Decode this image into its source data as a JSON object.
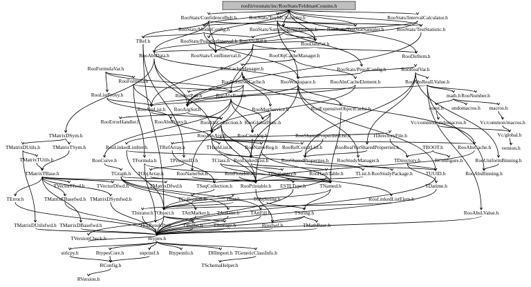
{
  "root": "roofit/roostats/inc/RooStats/FeldmanCousins.h",
  "nodes": [
    {
      "id": "confbelt",
      "label": "RooStats/ConfidenceBelt.h"
    },
    {
      "id": "toymc",
      "label": "RooStats/ToyMCSampler.h"
    },
    {
      "id": "intcalc",
      "label": "RooStats/IntervalCalculator.h"
    },
    {
      "id": "modelconfig",
      "label": "RooStats/ModelConfig.h"
    },
    {
      "id": "samplingdist",
      "label": "RooStats/SamplingDistribution.h"
    },
    {
      "id": "testsampler",
      "label": "RooStats/TestStatSampler.h"
    },
    {
      "id": "teststat",
      "label": "RooStats/TestStatistic.h"
    },
    {
      "id": "tref",
      "label": "TRef.h"
    },
    {
      "id": "pointset",
      "label": "RooStats/PointSetInterval.h"
    },
    {
      "id": "absdata",
      "label": "RooAbsData.h"
    },
    {
      "id": "abspdf",
      "label": "RooAbsPdf.h"
    },
    {
      "id": "dataset",
      "label": "RooDataSet.h"
    },
    {
      "id": "confint",
      "label": "RooStats/ConfInterval.h"
    },
    {
      "id": "objcache",
      "label": "RooObjCacheManager.h"
    },
    {
      "id": "diritem",
      "label": "RooDirItem.h"
    },
    {
      "id": "formulavar",
      "label": "RooFormulaVar.h"
    },
    {
      "id": "cachemgr",
      "label": "RooCacheManager.h"
    },
    {
      "id": "proofconfig",
      "label": "RooStats/ProofConfig.h"
    },
    {
      "id": "realvar",
      "label": "RooRealVar.h"
    },
    {
      "id": "formula",
      "label": "RooFormula.h"
    },
    {
      "id": "normset",
      "label": "RooNormSetCache.h"
    },
    {
      "id": "workspace",
      "label": "RooWorkspace.h"
    },
    {
      "id": "abscacheel",
      "label": "RooAbsCacheElement.h"
    },
    {
      "id": "absreallval",
      "label": "RooAbsRealLValue.h"
    },
    {
      "id": "listproxy",
      "label": "RooListProxy.h"
    },
    {
      "id": "setpair",
      "label": "RooSetPair.h"
    },
    {
      "id": "absreal",
      "label": "RooAbsReal.h"
    },
    {
      "id": "mathh",
      "label": "math.h"
    },
    {
      "id": "number",
      "label": "RooNumber.h"
    },
    {
      "id": "arglist",
      "label": "RooArgList.h"
    },
    {
      "id": "argset",
      "label": "RooArgSet.h"
    },
    {
      "id": "msgservice",
      "label": "RooMsgService.h"
    },
    {
      "id": "expobjcache",
      "label": "RooExpensiveObjectCache.h"
    },
    {
      "id": "consth",
      "label": "const.h"
    },
    {
      "id": "undomacros",
      "label": "undomacros.h"
    },
    {
      "id": "macros",
      "label": "macros.h"
    },
    {
      "id": "errhandler",
      "label": "RooErrorHandler.h"
    },
    {
      "id": "absproxy",
      "label": "RooAbsProxy.h"
    },
    {
      "id": "globalfunc",
      "label": "RooGlobalFunc.h"
    },
    {
      "id": "vccommon",
      "label": "Vc/common/undomacros.h"
    },
    {
      "id": "vcmacros",
      "label": "Vc/common/macros.h"
    },
    {
      "id": "abscollection",
      "label": "RooAbsCollection.h"
    },
    {
      "id": "tmatrixdsym",
      "label": "TMatrixDSym.h"
    },
    {
      "id": "cmdarg",
      "label": "RooCmdArg.h"
    },
    {
      "id": "sharedproplist",
      "label": "RooSharedPropertiesList.h"
    },
    {
      "id": "tdirfile",
      "label": "TDirectoryFile.h"
    },
    {
      "id": "vcglobal",
      "label": "Vc/global.h"
    },
    {
      "id": "tmatrixdutils",
      "label": "TMatrixDUtils.h"
    },
    {
      "id": "tmatrixtsym",
      "label": "TMatrixTSym.h"
    },
    {
      "id": "linkedlistitr",
      "label": "RooLinkedListIter.h"
    },
    {
      "id": "absarg",
      "label": "RooAbsArg.h"
    },
    {
      "id": "versionh",
      "label": "version.h"
    },
    {
      "id": "tmatrixtutils",
      "label": "TMatrixTUtils.h"
    },
    {
      "id": "trefarray",
      "label": "TRefArray.h"
    },
    {
      "id": "thashlist",
      "label": "THashList.h"
    },
    {
      "id": "namereg",
      "label": "RooNameReg.h"
    },
    {
      "id": "refcountlist",
      "label": "RooRefCountList.h"
    },
    {
      "id": "realvarsharedprop",
      "label": "RooRealVarSharedProperties.h"
    },
    {
      "id": "troot",
      "label": "TROOT.h"
    },
    {
      "id": "abscache",
      "label": "RooAbsCache.h"
    },
    {
      "id": "tmatrixtbase",
      "label": "TMatrixTBase.h"
    },
    {
      "id": "curve",
      "label": "RooCurve.h"
    },
    {
      "id": "tformula",
      "label": "TFormula.h"
    },
    {
      "id": "tprocessid",
      "label": "TProcessID.h"
    },
    {
      "id": "tclass",
      "label": "TClass.h"
    },
    {
      "id": "linkedlist",
      "label": "RooLinkedList.h"
    },
    {
      "id": "sharedprop",
      "label": "RooSharedProperties.h"
    },
    {
      "id": "studymgr",
      "label": "RooStudyManager.h"
    },
    {
      "id": "tdirectory",
      "label": "TDirectory.h"
    },
    {
      "id": "rconfigure",
      "label": "RConfigure.h"
    },
    {
      "id": "uniformbinning",
      "label": "RooUniformBinning.h"
    },
    {
      "id": "tgraph",
      "label": "TGraph.h"
    },
    {
      "id": "tobjarray",
      "label": "TObjArray.h"
    },
    {
      "id": "nameset",
      "label": "RooNameSet.h"
    },
    {
      "id": "plotable",
      "label": "RooPlotable.h"
    },
    {
      "id": "tdictionary",
      "label": "TDictionary.h"
    },
    {
      "id": "hashtable",
      "label": "RooHashTable.h"
    },
    {
      "id": "tlisth",
      "label": "TList.h"
    },
    {
      "id": "studypackage",
      "label": "RooStudyPackage.h"
    },
    {
      "id": "tuuid",
      "label": "TUUID.h"
    },
    {
      "id": "absbinning",
      "label": "RooAbsBinning.h"
    },
    {
      "id": "tvectorffwd",
      "label": "TVectorFfwd.h"
    },
    {
      "id": "tvectordfwd",
      "label": "TVectorDfwd.h"
    },
    {
      "id": "tmatrixdfwd",
      "label": "TMatrixDfwd.h"
    },
    {
      "id": "tseqcollection",
      "label": "TSeqCollection.h"
    },
    {
      "id": "printable",
      "label": "RooPrintable.h"
    },
    {
      "id": "esttltype",
      "label": "ESTLType.h"
    },
    {
      "id": "tnamed",
      "label": "TNamed.h"
    },
    {
      "id": "tdatime",
      "label": "TDatime.h"
    },
    {
      "id": "terrorh",
      "label": "TError.h"
    },
    {
      "id": "tmatrixfbasefwd",
      "label": "TMatrixFBasefwd.h"
    },
    {
      "id": "tmatrixdsymfwd",
      "label": "TMatrixDSymfwd.h"
    },
    {
      "id": "tcollection",
      "label": "TCollection.h"
    },
    {
      "id": "titer",
      "label": "TIter.h"
    },
    {
      "id": "tobjstring",
      "label": "TObjString.h"
    },
    {
      "id": "linkedlistelem",
      "label": "RooLinkedListElem.h"
    },
    {
      "id": "tiostream",
      "label": "TIterator.h"
    },
    {
      "id": "tobject",
      "label": "TObject.h"
    },
    {
      "id": "tstring",
      "label": "TString.h"
    },
    {
      "id": "attmarker",
      "label": "TAttMarker.h"
    },
    {
      "id": "attline",
      "label": "TAttLine.h"
    },
    {
      "id": "attfill",
      "label": "TAttFill.h"
    },
    {
      "id": "roofitresult",
      "label": "TFitResultPtr.h"
    },
    {
      "id": "tbuffer",
      "label": "TBuffer.h"
    },
    {
      "id": "tstorage",
      "label": "TStorage.h"
    },
    {
      "id": "riosfwd",
      "label": "Riosfwd.h"
    },
    {
      "id": "tmathbase",
      "label": "TMathBase.h"
    },
    {
      "id": "tmatrixdutilsfwd",
      "label": "TMatrixDUtilsfwd.h"
    },
    {
      "id": "tmatrixdbasefwd",
      "label": "TMatrixDBasefwd.h"
    },
    {
      "id": "absvalue",
      "label": "RooAbsLValue.h"
    },
    {
      "id": "tversioncheck",
      "label": "TVersionCheck.h"
    },
    {
      "id": "rtypes",
      "label": "Rtypes.h"
    },
    {
      "id": "strlcpy",
      "label": "strlcpy.h"
    },
    {
      "id": "rtypescore",
      "label": "RtypesCore.h"
    },
    {
      "id": "snprintf",
      "label": "snprintf.h"
    },
    {
      "id": "rtypeinfo",
      "label": "Rtypeinfo.h"
    },
    {
      "id": "dllimport",
      "label": "DllImport.h"
    },
    {
      "id": "tgenericclassinfo",
      "label": "TGenericClassInfo.h"
    },
    {
      "id": "rconfig",
      "label": "RConfig.h"
    },
    {
      "id": "tschemahelper",
      "label": "TSchemaHelper.h"
    },
    {
      "id": "rversion",
      "label": "RVersion.h"
    }
  ]
}
